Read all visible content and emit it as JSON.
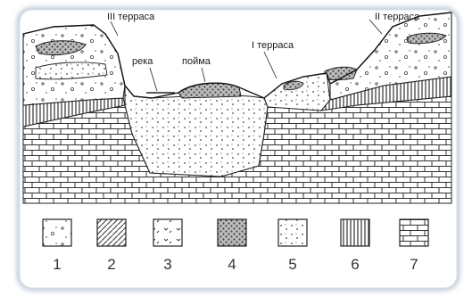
{
  "labels": {
    "terrace3": "III терраса",
    "terrace2": "II терраса",
    "terrace1": "I терраса",
    "river": "река",
    "floodplain": "пойма"
  },
  "legend": [
    {
      "number": "1",
      "pattern": "loose-sediment"
    },
    {
      "number": "2",
      "pattern": "diagonal-hatch"
    },
    {
      "number": "3",
      "pattern": "scattered-marks"
    },
    {
      "number": "4",
      "pattern": "dense-gravel"
    },
    {
      "number": "5",
      "pattern": "dots"
    },
    {
      "number": "6",
      "pattern": "vertical-lines"
    },
    {
      "number": "7",
      "pattern": "brick"
    }
  ],
  "colors": {
    "ink": "#2a2a2a",
    "paper": "#ffffff",
    "frame_glow": "#b8c4d4"
  }
}
